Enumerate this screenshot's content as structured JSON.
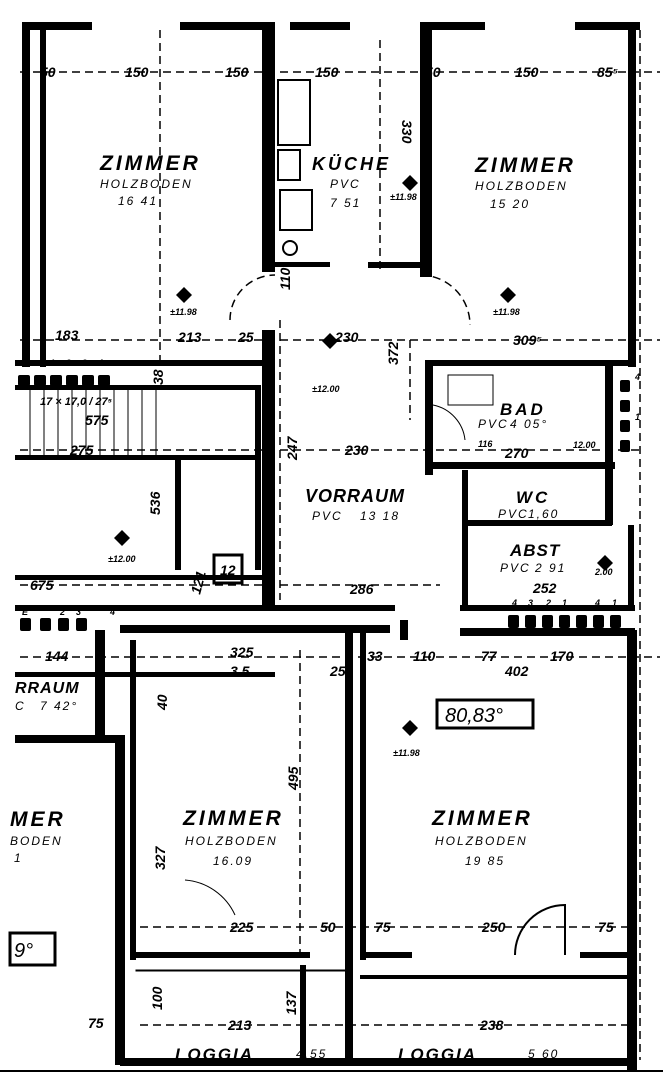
{
  "plan": {
    "total_area": "80,83°",
    "partial_area": "9°",
    "rooms": [
      {
        "name": "ZIMMER",
        "floor": "HOLZBODEN",
        "area": "16 41"
      },
      {
        "name": "KÜCHE",
        "floor": "PVC",
        "area": "7 51"
      },
      {
        "name": "ZIMMER",
        "floor": "HOLZBODEN",
        "area": "15 20"
      },
      {
        "name": "BAD",
        "floor": "PVC",
        "area": "4 05°"
      },
      {
        "name": "VORRAUM",
        "floor": "PVC",
        "area": "13 18"
      },
      {
        "name": "WC",
        "floor": "PVC",
        "area": "1,60"
      },
      {
        "name": "ABST",
        "floor": "PVC",
        "area": "2 91"
      },
      {
        "name": "ZIMMER",
        "floor": "HOLZBODEN",
        "area": "16.09"
      },
      {
        "name": "ZIMMER",
        "floor": "HOLZBODEN",
        "area": "19 85"
      },
      {
        "name": "LOGGIA",
        "floor": "",
        "area": "4.55"
      },
      {
        "name": "LOGGIA",
        "floor": "",
        "area": "5 60"
      },
      {
        "name": "RRAUM",
        "floor": "C",
        "area": "7 42°"
      },
      {
        "name": "MER",
        "floor": "BODEN",
        "area": "1"
      }
    ],
    "dimensions": [
      "50",
      "150",
      "150",
      "150",
      "50",
      "150",
      "85⁵",
      "330",
      "183",
      "213",
      "25",
      "230",
      "309⁵",
      "110",
      "372",
      "247",
      "230",
      "270",
      "116",
      "252",
      "286",
      "675",
      "144",
      "325",
      "3.5",
      "25",
      "33",
      "110",
      "77",
      "170",
      "402",
      "121",
      "327",
      "495",
      "225",
      "50",
      "75",
      "250",
      "75",
      "213",
      "238",
      "75",
      "137",
      "100",
      "275",
      "575",
      "17 × 17,0 / 27⁵",
      "536",
      "12",
      "40",
      "38"
    ],
    "elevations": [
      "±12.00",
      "±11.98",
      "±11.98",
      "±11.98",
      "±12.00",
      "±11.98",
      "12.00",
      "2.00"
    ],
    "stair_numbers": [
      "1",
      "2",
      "3",
      "4",
      "E",
      "2",
      "3",
      "4",
      "4",
      "3",
      "2",
      "1",
      "4",
      "1",
      "4",
      "1"
    ]
  }
}
